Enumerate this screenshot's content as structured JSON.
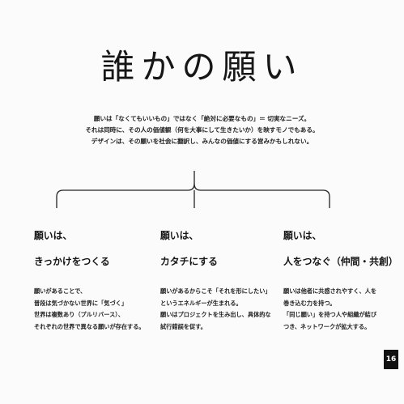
{
  "title": "誰かの願い",
  "intro": [
    "願いは「なくてもいいもの」ではなく「絶対に必要なもの」＝ 切実なニーズ。",
    "それは同時に、その人の価値観（何を大事にして生きたいか）を映すモノでもある。",
    "デザインは、その願いを社会に翻訳し、みんなの価値にする営みかもしれない。"
  ],
  "columns": [
    {
      "head1": "願いは、",
      "head2": "きっかけをつくる",
      "body": [
        "願いがあることで、",
        "普段は気づかない世界に「気づく」",
        "世界は複数あり（プルリバース）、",
        "それぞれの世界で異なる願いが存在する。"
      ]
    },
    {
      "head1": "願いは、",
      "head2": "カタチにする",
      "body": [
        "願いがあるからこそ「それを形にしたい」",
        "というエネルギーが生まれる。",
        "願いはプロジェクトを生み出し、具体的な",
        "試行錯誤を促す。"
      ]
    },
    {
      "head1": "願いは、",
      "head2": "人をつなぐ（仲間・共創）",
      "body": [
        "願いは他者に共感されやすく、人を",
        "巻き込む力を持つ。",
        "「同じ願い」を持つ人や組織が結び",
        "つき、ネットワークが拡大する。"
      ]
    }
  ],
  "page_number": "16"
}
